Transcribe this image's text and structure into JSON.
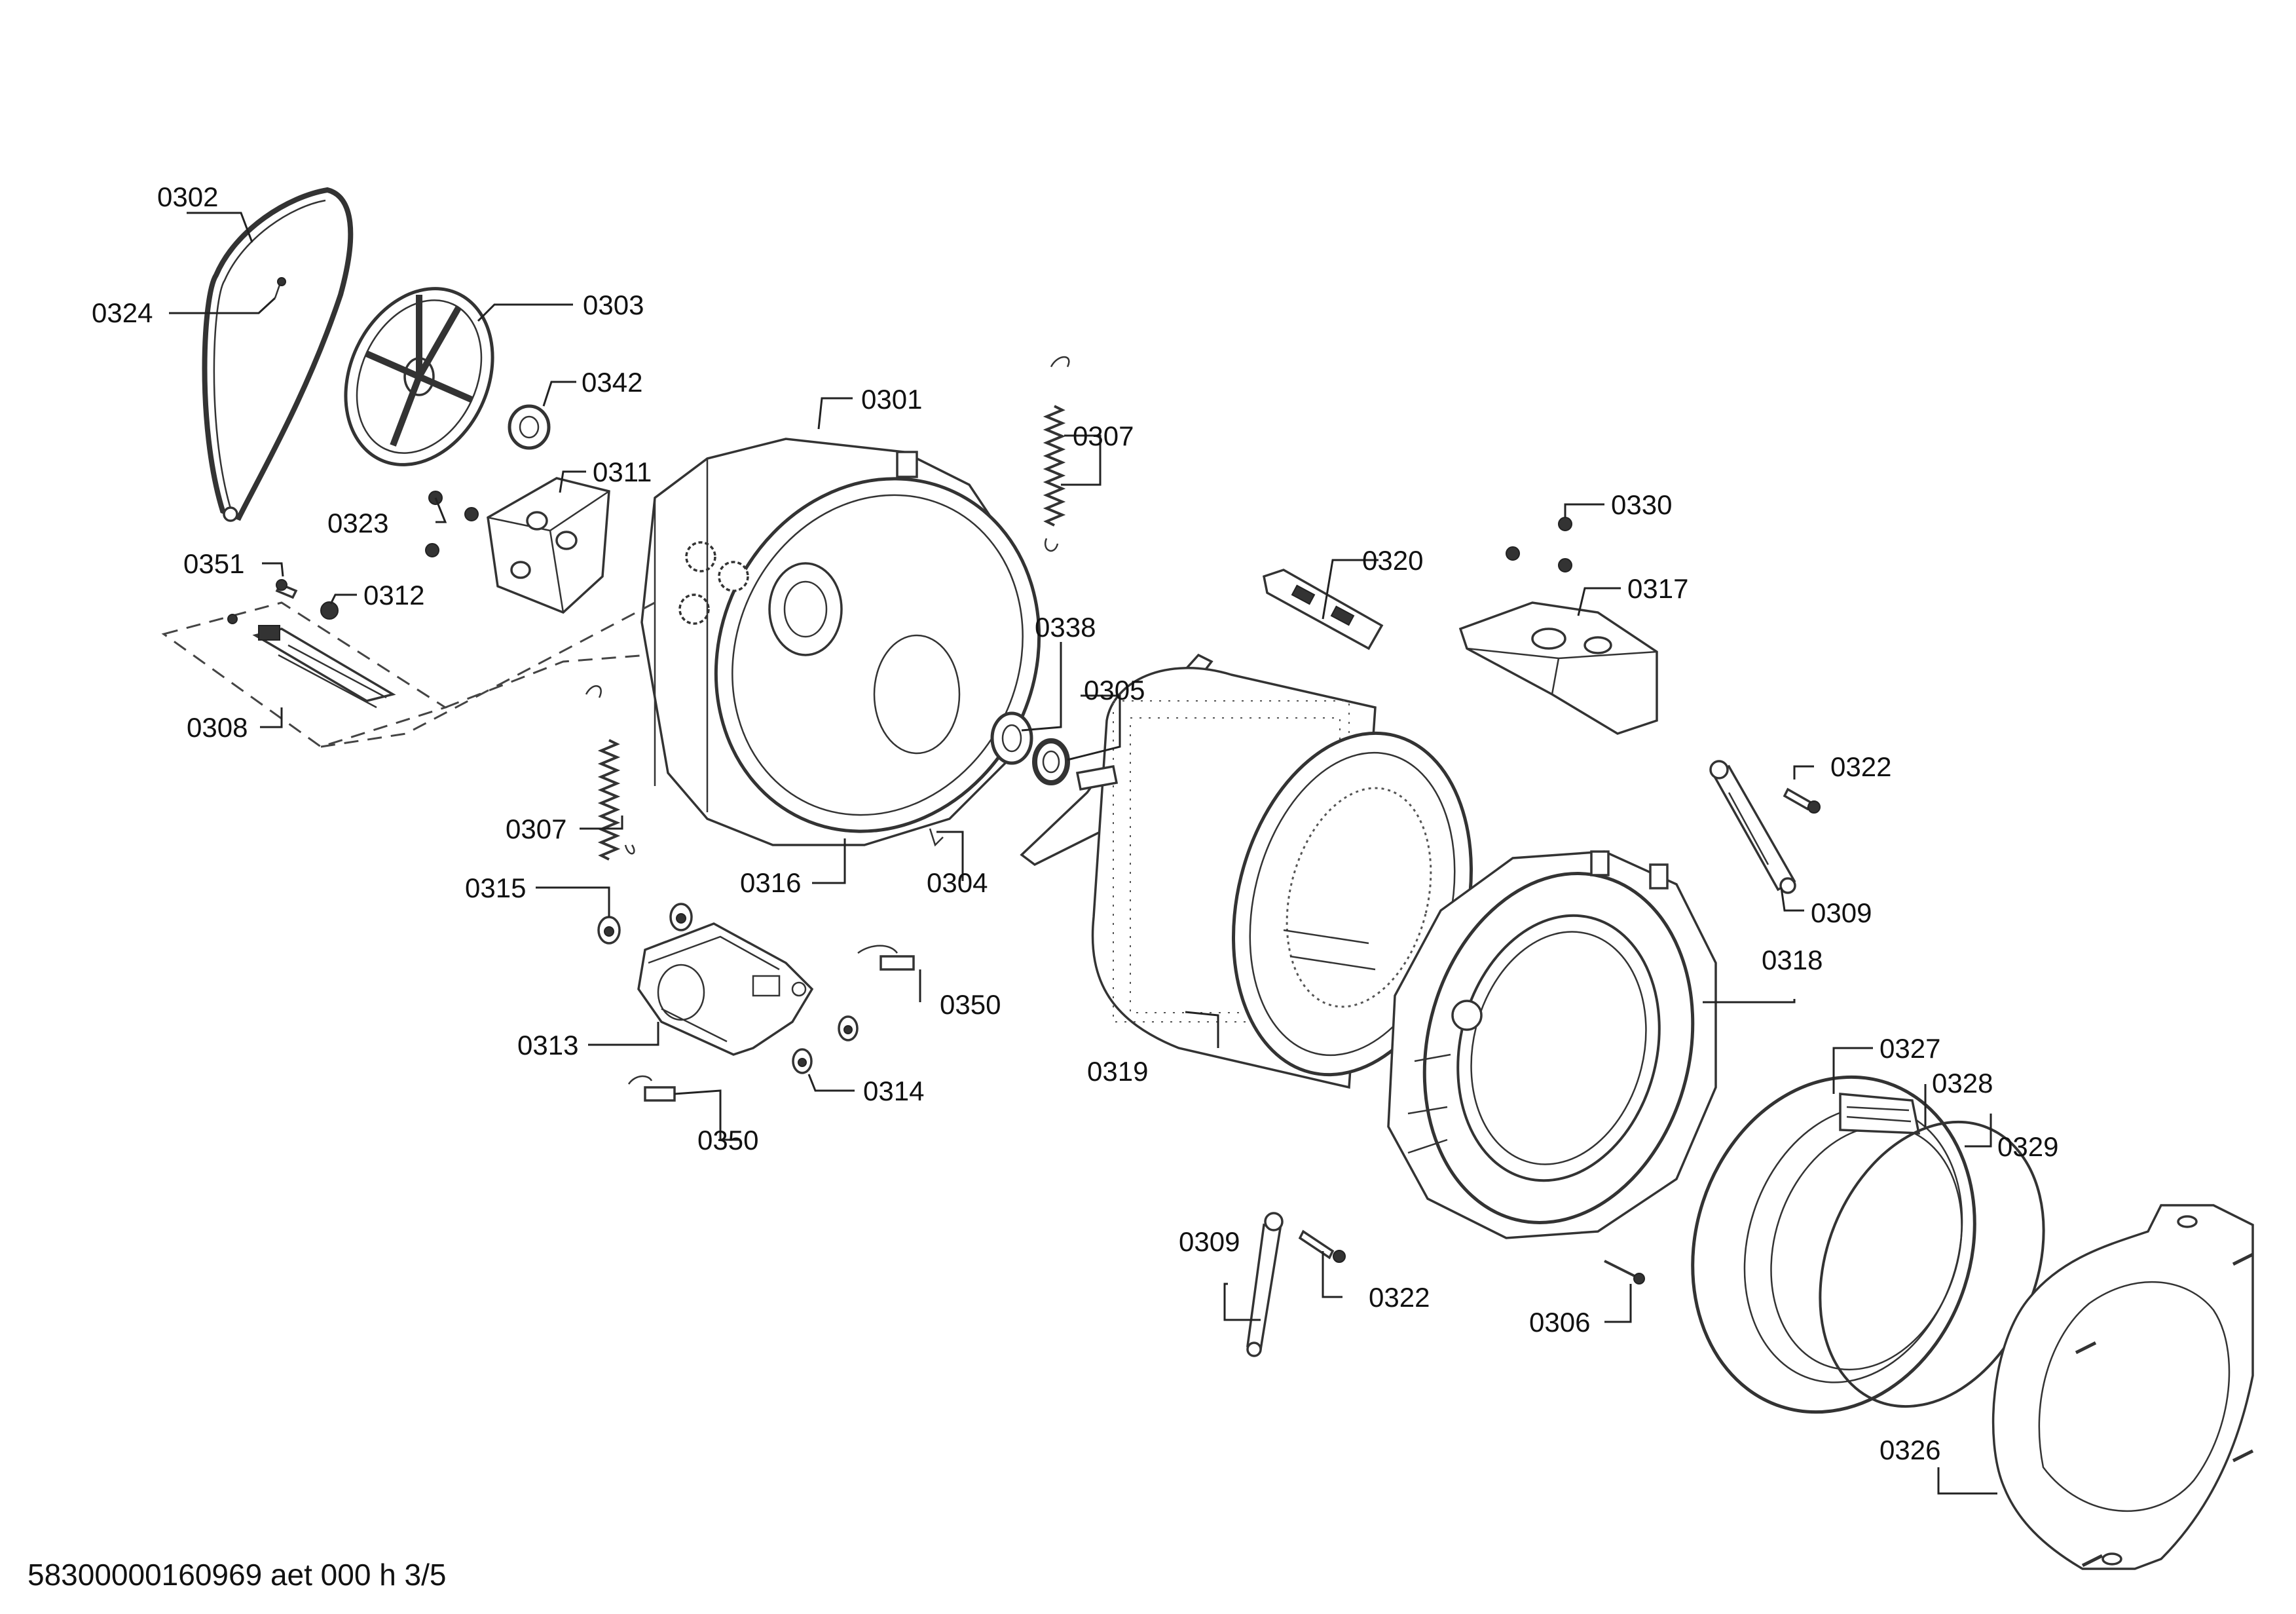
{
  "diagram": {
    "labels": {
      "l0302": "0302",
      "l0324": "0324",
      "l0303": "0303",
      "l0342": "0342",
      "l0301": "0301",
      "l0307a": "0307",
      "l0311": "0311",
      "l0323": "0323",
      "l0351": "0351",
      "l0312": "0312",
      "l0308": "0308",
      "l0338": "0338",
      "l0305": "0305",
      "l0307b": "0307",
      "l0316": "0316",
      "l0304": "0304",
      "l0315": "0315",
      "l0313": "0313",
      "l0314": "0314",
      "l0350a": "0350",
      "l0350b": "0350",
      "l0320": "0320",
      "l0330": "0330",
      "l0317": "0317",
      "l0322a": "0322",
      "l0309a": "0309",
      "l0318": "0318",
      "l0319": "0319",
      "l0327": "0327",
      "l0328": "0328",
      "l0329": "0329",
      "l0309b": "0309",
      "l0322b": "0322",
      "l0306": "0306",
      "l0326": "0326"
    },
    "footer": "58300000160969 aet 000 h 3/5"
  }
}
